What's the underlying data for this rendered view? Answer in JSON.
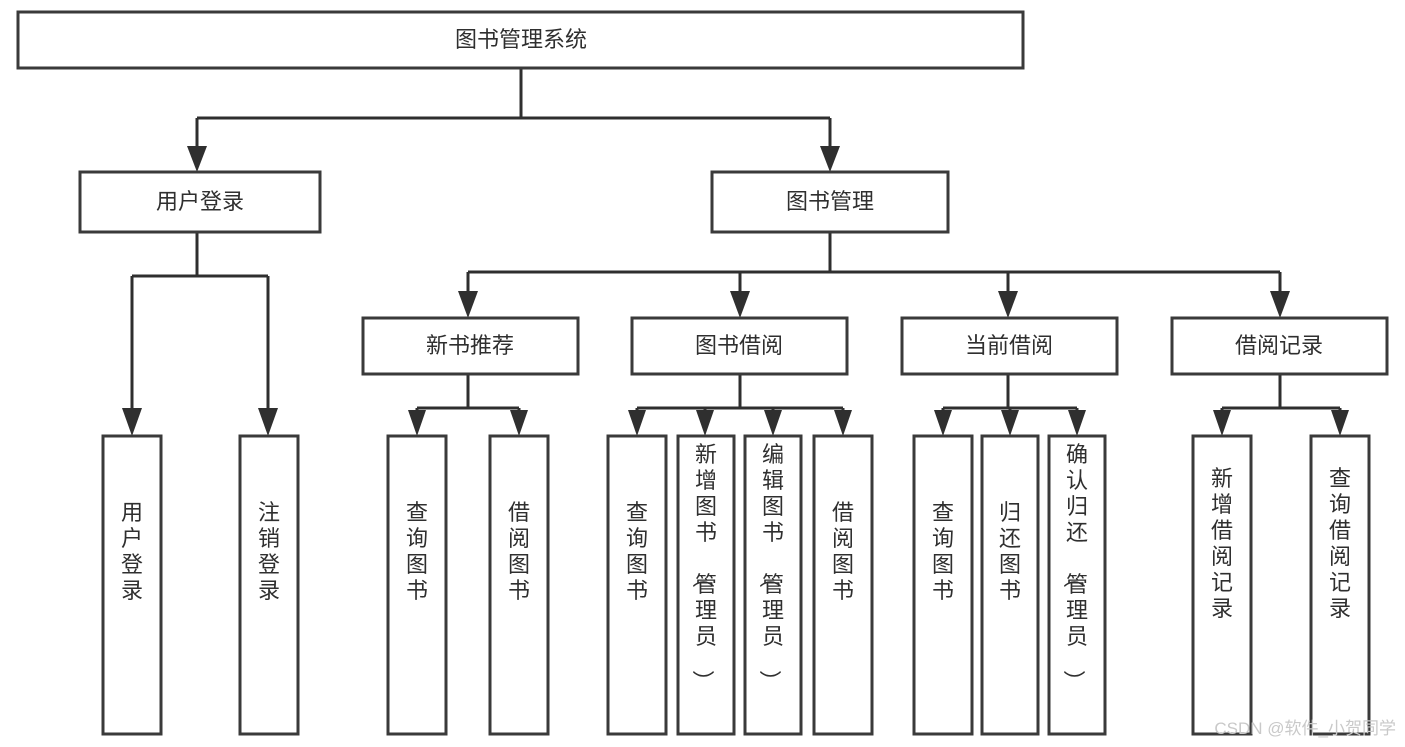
{
  "diagram": {
    "type": "tree-hierarchy",
    "title": "图书管理系统",
    "root": {
      "label": "图书管理系统"
    },
    "level2": [
      {
        "id": "user-login",
        "label": "用户登录"
      },
      {
        "id": "book-manage",
        "label": "图书管理"
      }
    ],
    "level3": [
      {
        "id": "new-book-recommend",
        "label": "新书推荐",
        "parent": "book-manage"
      },
      {
        "id": "book-borrow",
        "label": "图书借阅",
        "parent": "book-manage"
      },
      {
        "id": "current-borrow",
        "label": "当前借阅",
        "parent": "book-manage"
      },
      {
        "id": "borrow-record",
        "label": "借阅记录",
        "parent": "book-manage"
      }
    ],
    "leaves": {
      "user-login": [
        {
          "id": "leaf-user-login",
          "label": "用户登录"
        },
        {
          "id": "leaf-user-logout",
          "label": "注销登录"
        }
      ],
      "new-book-recommend": [
        {
          "id": "leaf-query-book-1",
          "label": "查询图书"
        },
        {
          "id": "leaf-borrow-book-1",
          "label": "借阅图书"
        }
      ],
      "book-borrow": [
        {
          "id": "leaf-query-book-2",
          "label": "查询图书"
        },
        {
          "id": "leaf-add-book",
          "label": "新增图书（管理员）"
        },
        {
          "id": "leaf-edit-book",
          "label": "编辑图书（管理员）"
        },
        {
          "id": "leaf-borrow-book-2",
          "label": "借阅图书"
        }
      ],
      "current-borrow": [
        {
          "id": "leaf-query-book-3",
          "label": "查询图书"
        },
        {
          "id": "leaf-return-book",
          "label": "归还图书"
        },
        {
          "id": "leaf-confirm-return",
          "label": "确认归还（管理员）"
        }
      ],
      "borrow-record": [
        {
          "id": "leaf-add-record",
          "label": "新增借阅记录"
        },
        {
          "id": "leaf-query-record",
          "label": "查询借阅记录"
        }
      ]
    },
    "colors": {
      "box_stroke": "#3a3a3a",
      "line": "#2f2f2f",
      "text": "#2f2f2f",
      "background": "#ffffff",
      "watermark": "#c9c9c9"
    }
  },
  "watermark": {
    "text": "CSDN @软件_小贺同学"
  }
}
